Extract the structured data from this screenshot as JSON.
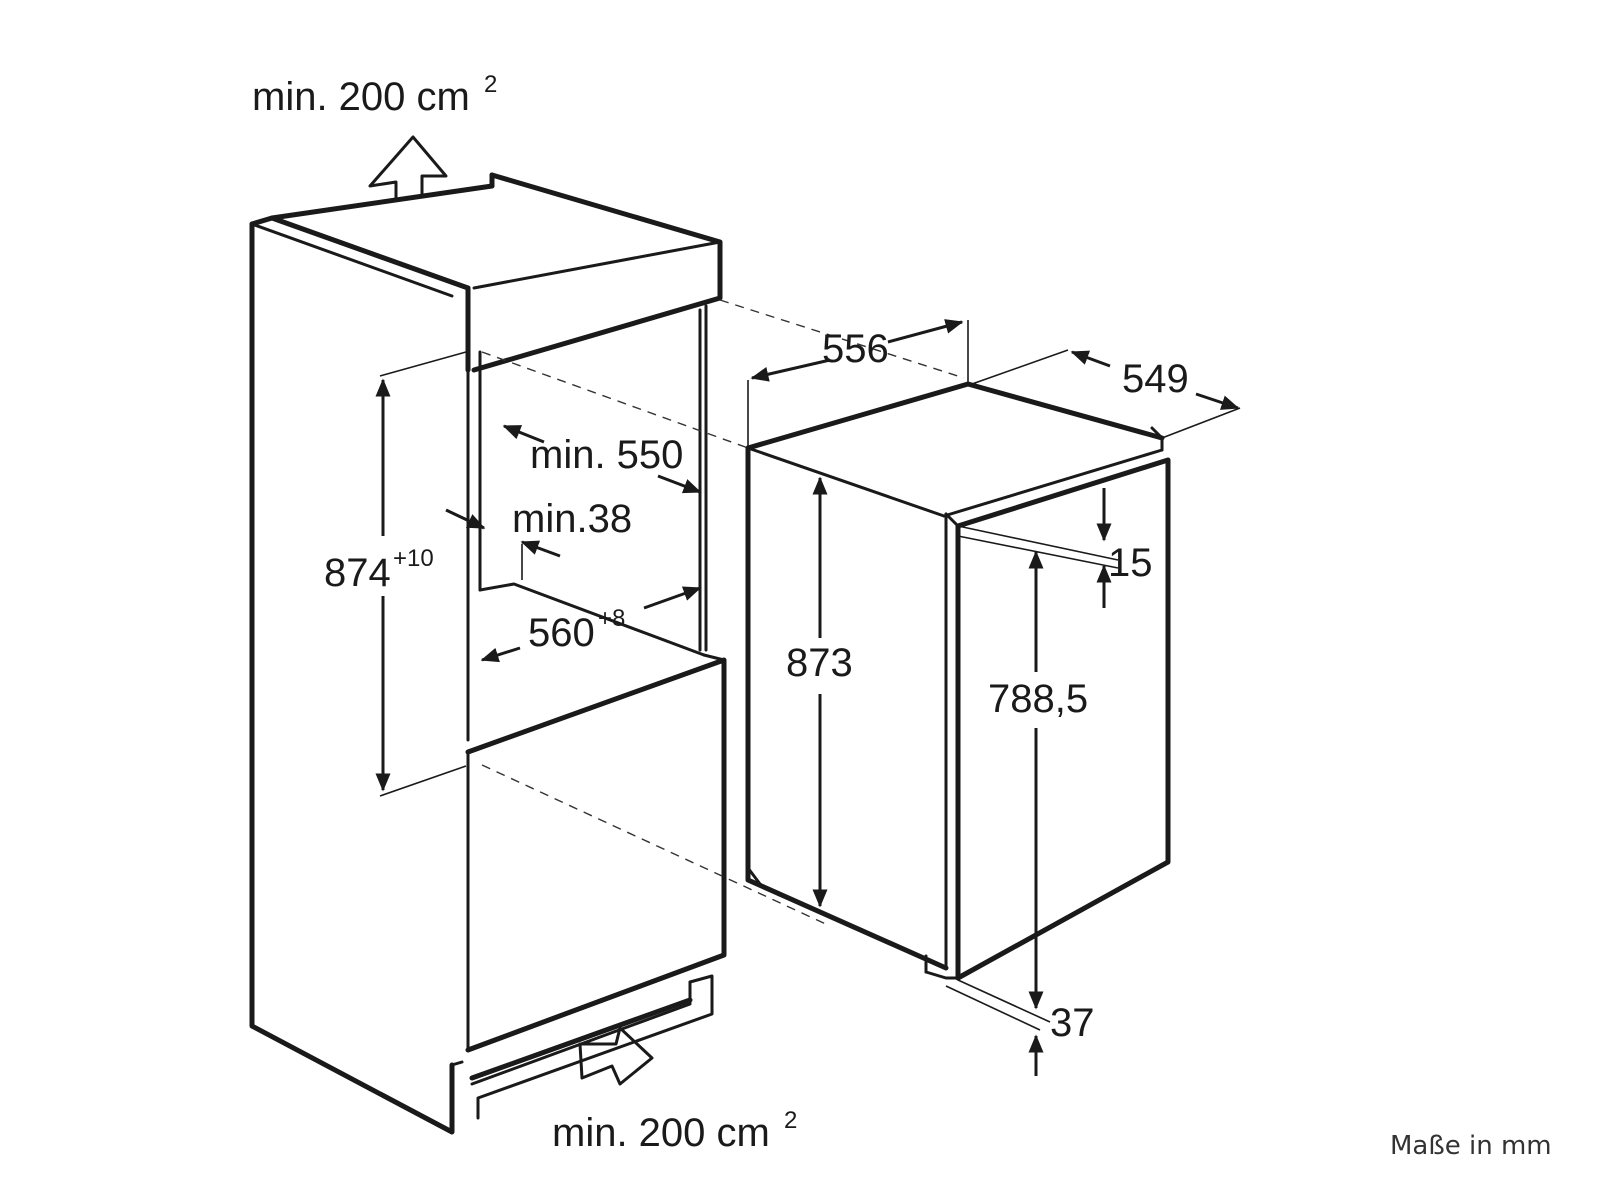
{
  "labels": {
    "vent_top": "min. 200 cm",
    "vent_top_sup": "2",
    "vent_bottom": "min. 200 cm",
    "vent_bottom_sup": "2",
    "niche_height": "874",
    "niche_height_sup": "+10",
    "niche_depth": "min. 550",
    "niche_gap": "min.38",
    "niche_width": "560",
    "niche_width_sup": "+8",
    "appliance_width": "556",
    "appliance_depth": "549",
    "appliance_height": "873",
    "door_height": "788,5",
    "door_top_offset": "15",
    "door_bottom_offset": "37",
    "units_note": "Maße in mm"
  },
  "colors": {
    "line": "#1a1a1a",
    "background": "#ffffff"
  },
  "icons": [
    "vent-arrow-up-icon",
    "vent-arrow-in-icon"
  ]
}
